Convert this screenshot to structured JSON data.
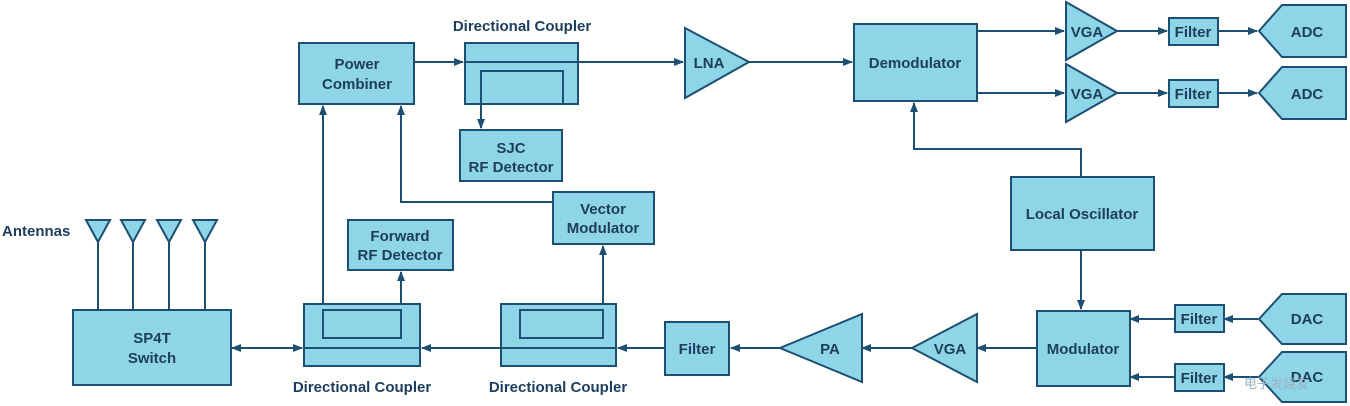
{
  "labels": {
    "antennas": "Antennas",
    "sp4t_switch": [
      "SP4T",
      "Switch"
    ],
    "power_combiner": [
      "Power",
      "Combiner"
    ],
    "dc_top": "Directional Coupler",
    "sjc_detector": [
      "SJC",
      "RF Detector"
    ],
    "lna": "LNA",
    "demodulator": "Demodulator",
    "vga_rx1": "VGA",
    "vga_rx2": "VGA",
    "filter_rx1": "Filter",
    "filter_rx2": "Filter",
    "adc1": "ADC",
    "adc2": "ADC",
    "local_oscillator": "Local Oscillator",
    "forward_detector": [
      "Forward",
      "RF Detector"
    ],
    "vector_modulator": [
      "Vector",
      "Modulator"
    ],
    "dc_bottom_left": "Directional Coupler",
    "dc_bottom_mid": "Directional Coupler",
    "filter_tx": "Filter",
    "pa": "PA",
    "vga_tx": "VGA",
    "modulator": "Modulator",
    "filter_tx1": "Filter",
    "filter_tx2": "Filter",
    "dac1": "DAC",
    "dac2": "DAC"
  },
  "watermark": "电子发烧友",
  "colors": {
    "block_fill": "#8fd5e8",
    "stroke": "#1d4f72",
    "text": "#1d3d5c"
  }
}
